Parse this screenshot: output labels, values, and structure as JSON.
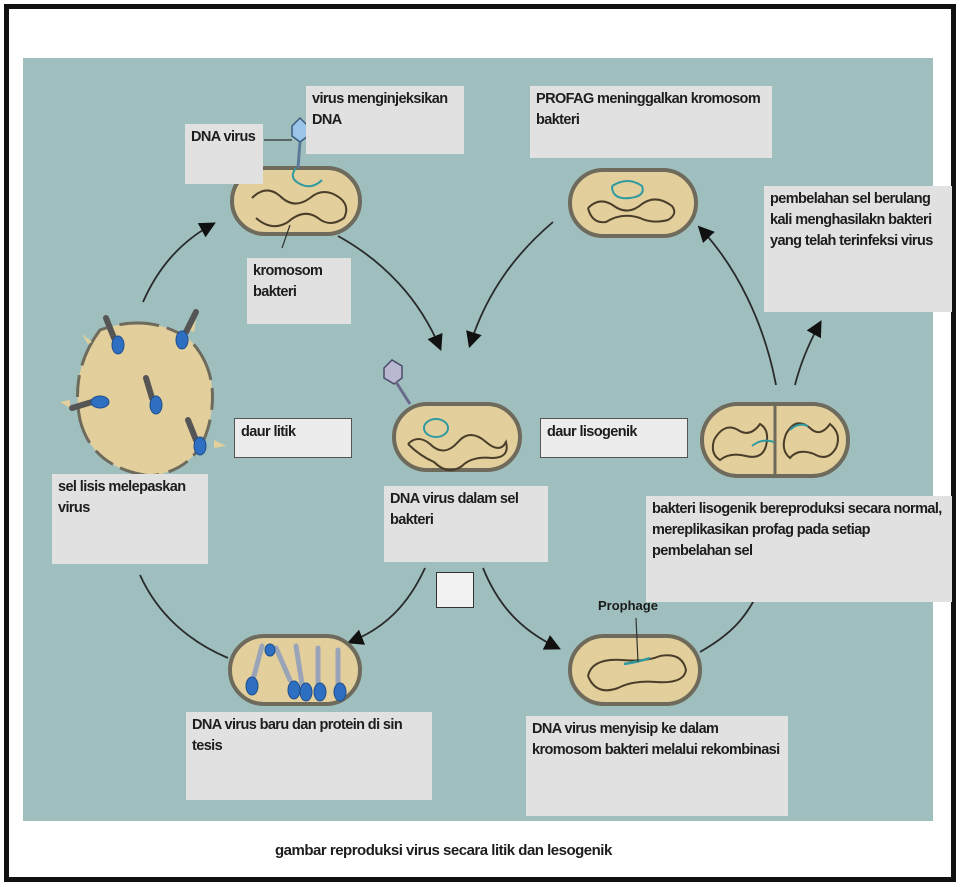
{
  "labels": {
    "dna_virus": "DNA virus",
    "virus_injects": "virus menginjeksikan DNA",
    "kromosom": "kromosom bakteri",
    "profag_leaves": "PROFAG meninggalkan kromosom bakteri",
    "division": "pembelahan sel berulang kali menghasilakn bakteri yang telah terinfeksi virus",
    "daur_litik": "daur litik",
    "daur_lisogenik": "daur lisogenik",
    "sel_lisis": "sel lisis melepaskan virus",
    "dna_in_cell": "DNA virus dalam sel bakteri",
    "bakteri_lisogenik": "bakteri lisogenik bereproduksi secara normal, mereplikasikan profag pada setiap pembelahan sel",
    "prophage": "Prophage",
    "new_dna": "DNA virus baru dan protein di sin tesis",
    "inserted": "DNA virus menyisip ke dalam kromosom bakteri melalui rekombinasi"
  },
  "caption": "gambar reproduksi virus secara litik dan lesogenik",
  "colors": {
    "panel": "#9fbfbf",
    "cell_fill": "#e3cf9c",
    "cell_border": "#6e6a5c",
    "chromosome": "#4a3e2a",
    "viral_dna": "#2f9aa0",
    "phage_head": "#2f6fc2"
  }
}
